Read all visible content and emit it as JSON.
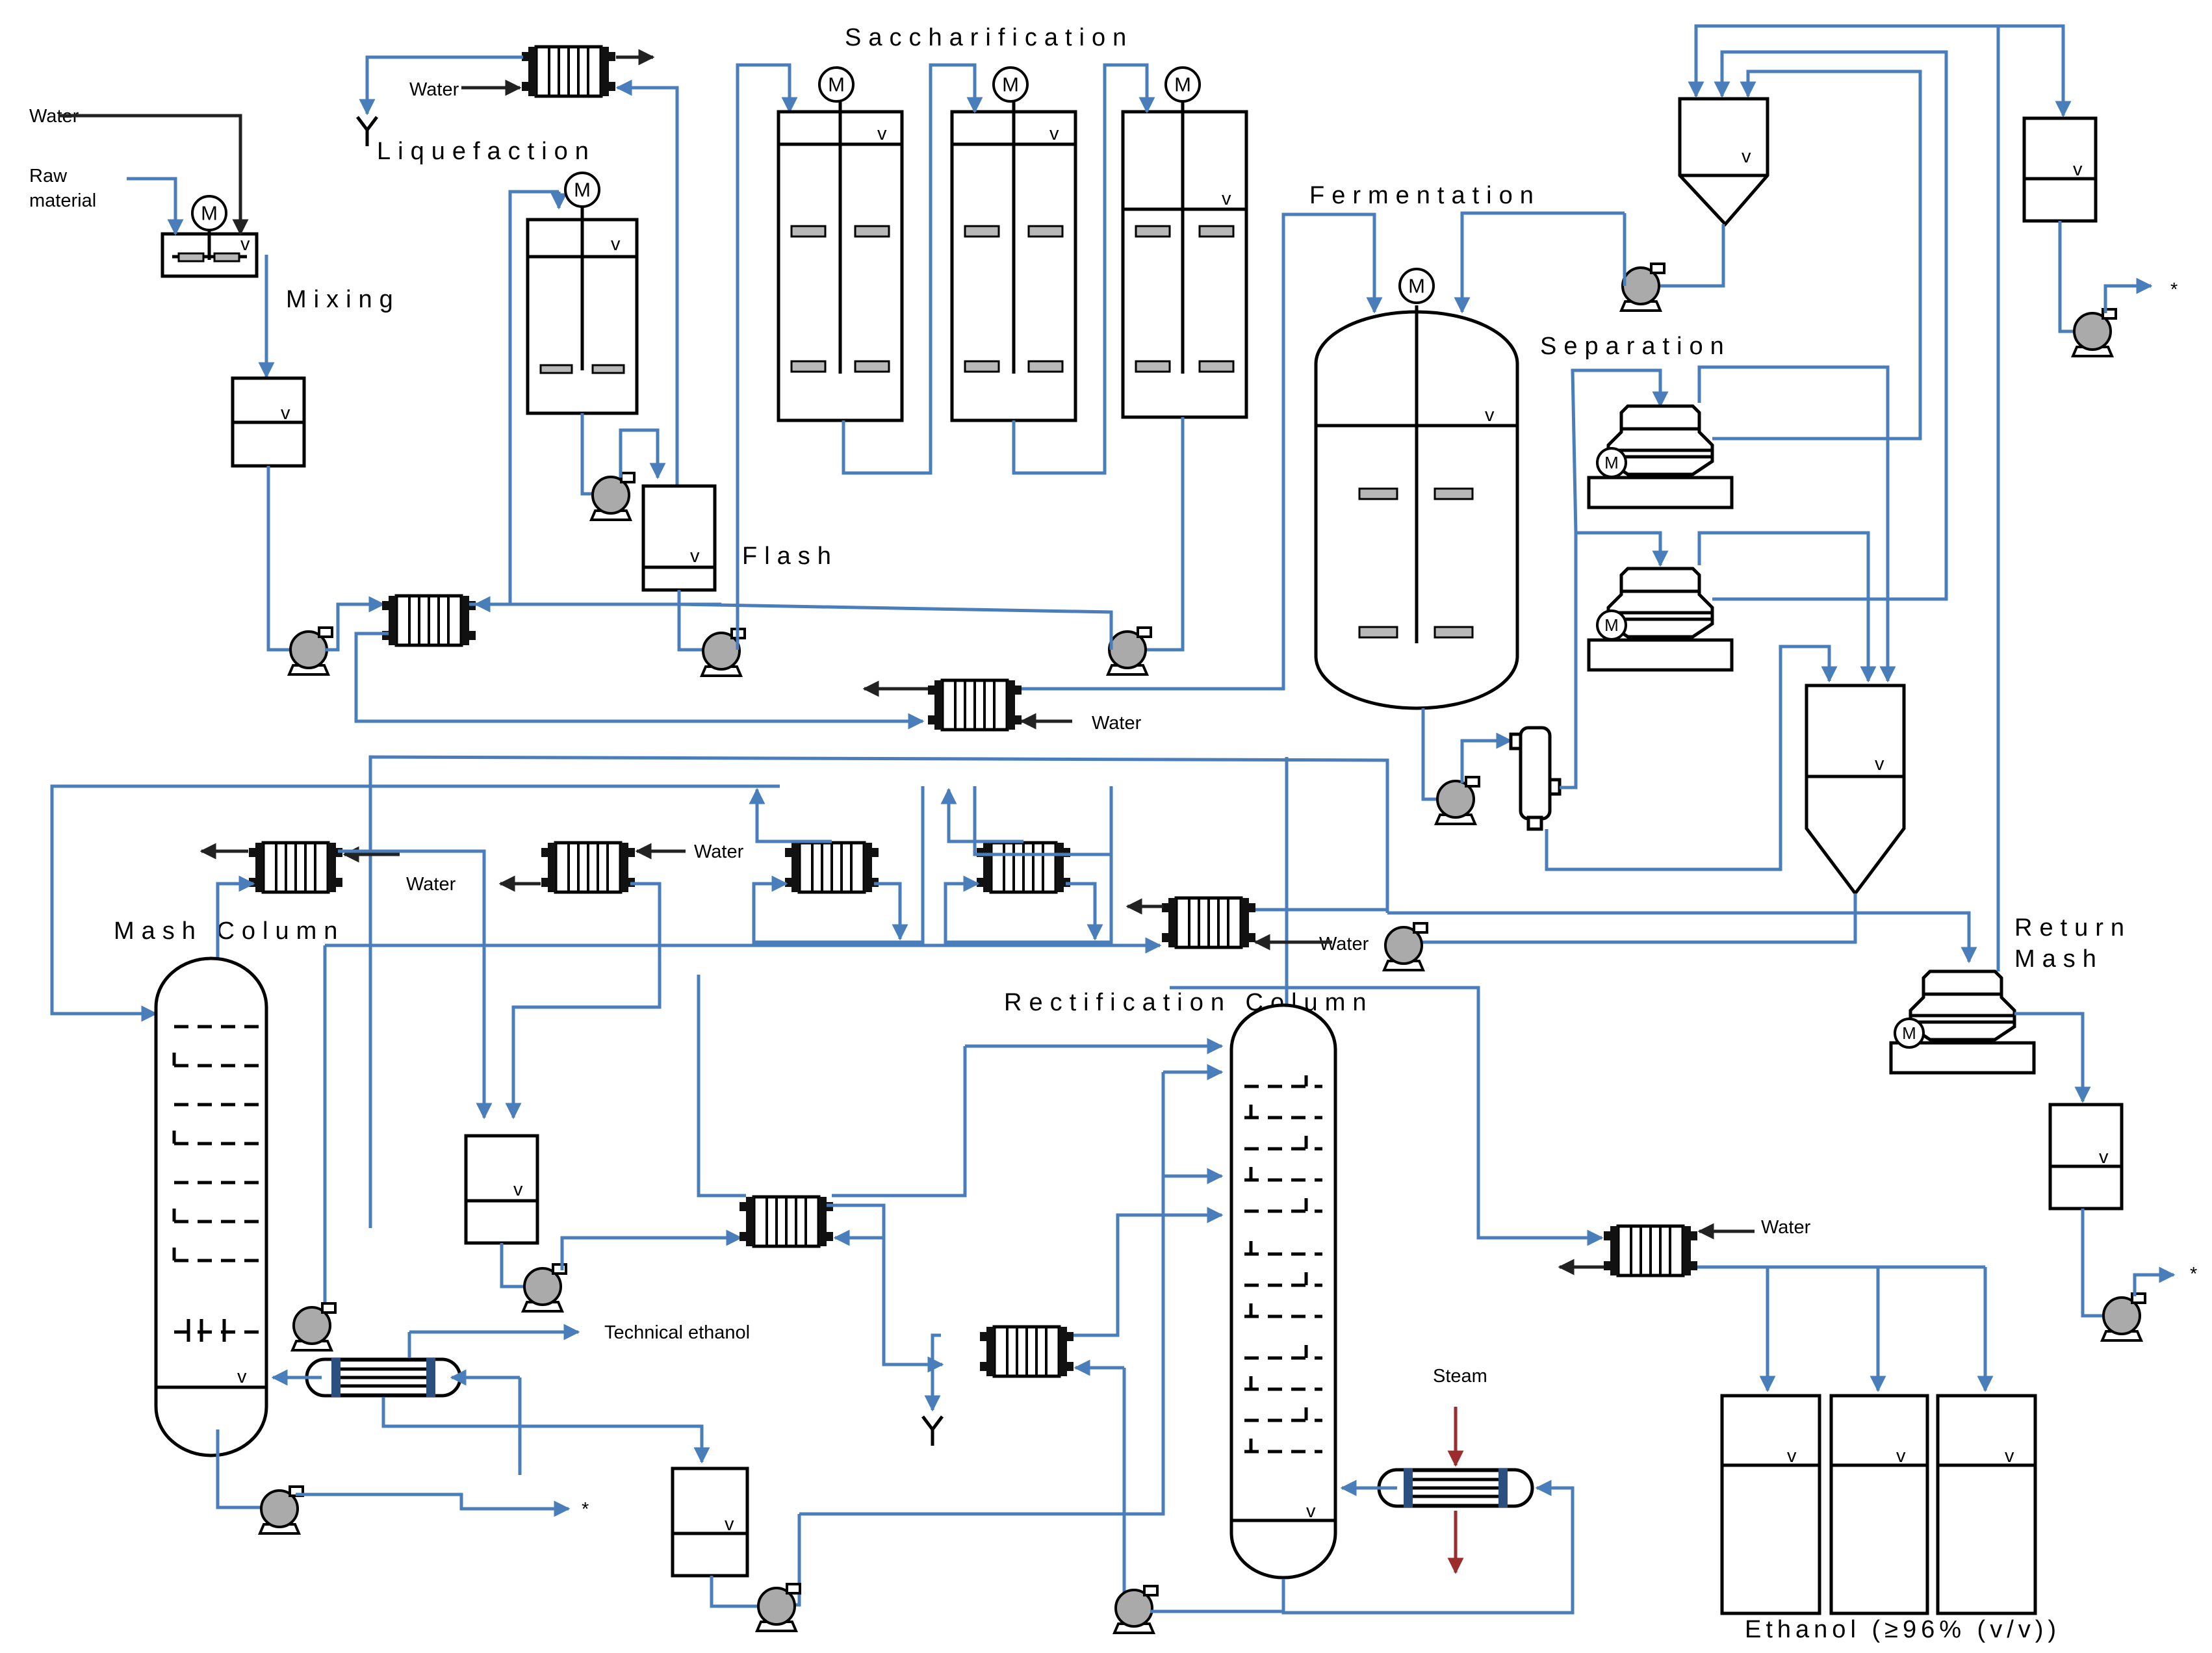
{
  "labels": {
    "saccharification": "Saccharification",
    "liquefaction": "Liquefaction",
    "mixing": "Mixing",
    "flash": "Flash",
    "fermentation": "Fermentation",
    "separation": "Separation",
    "mash_column": "Mash Column",
    "rectification_column": "Rectification Column",
    "return_mash_line1": "Return",
    "return_mash_line2": "Mash",
    "ethanol_product": "Ethanol (≥96% (v/v))",
    "technical_ethanol": "Technical ethanol",
    "steam": "Steam",
    "water": "Water",
    "raw_material_line1": "Raw",
    "raw_material_line2": "material",
    "motor": "M",
    "level": "v",
    "star": "*"
  },
  "colors": {
    "process_line": "#4a7ebb",
    "utility_line": "#222222",
    "steam_line": "#9b2d2d",
    "equipment_fill": "#aaaaaa"
  }
}
